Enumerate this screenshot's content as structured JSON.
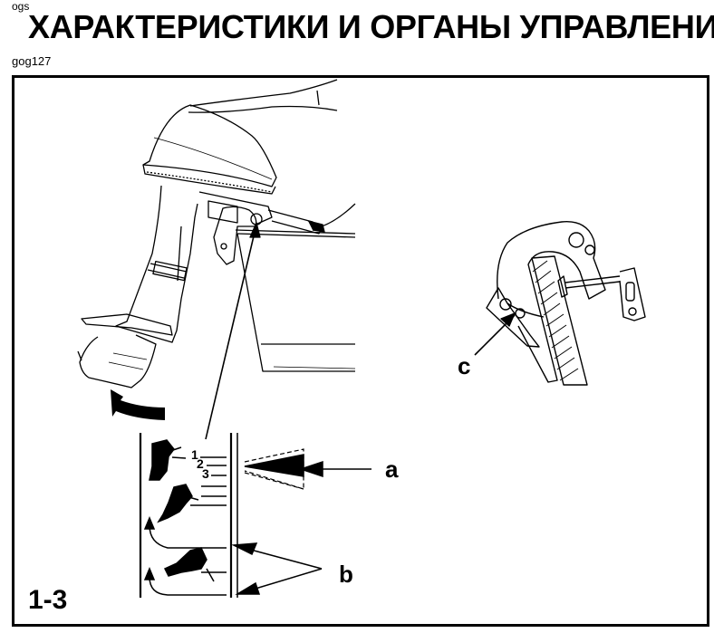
{
  "header": {
    "section_tag": "ogs",
    "title": "ХАРАКТЕРИСТИКИ И ОРГАНЫ УПРАВЛЕНИ",
    "doc_code": "gog127"
  },
  "figure": {
    "number": "1-3",
    "callouts": {
      "a": "a",
      "b": "b",
      "c": "c"
    },
    "trim_positions": [
      "1",
      "2",
      "3"
    ],
    "icons": [
      "outboard-motor-tilt-illustration",
      "transom-clamp-bracket-illustration",
      "trim-position-diagram",
      "tilt-direction-arrow"
    ]
  }
}
